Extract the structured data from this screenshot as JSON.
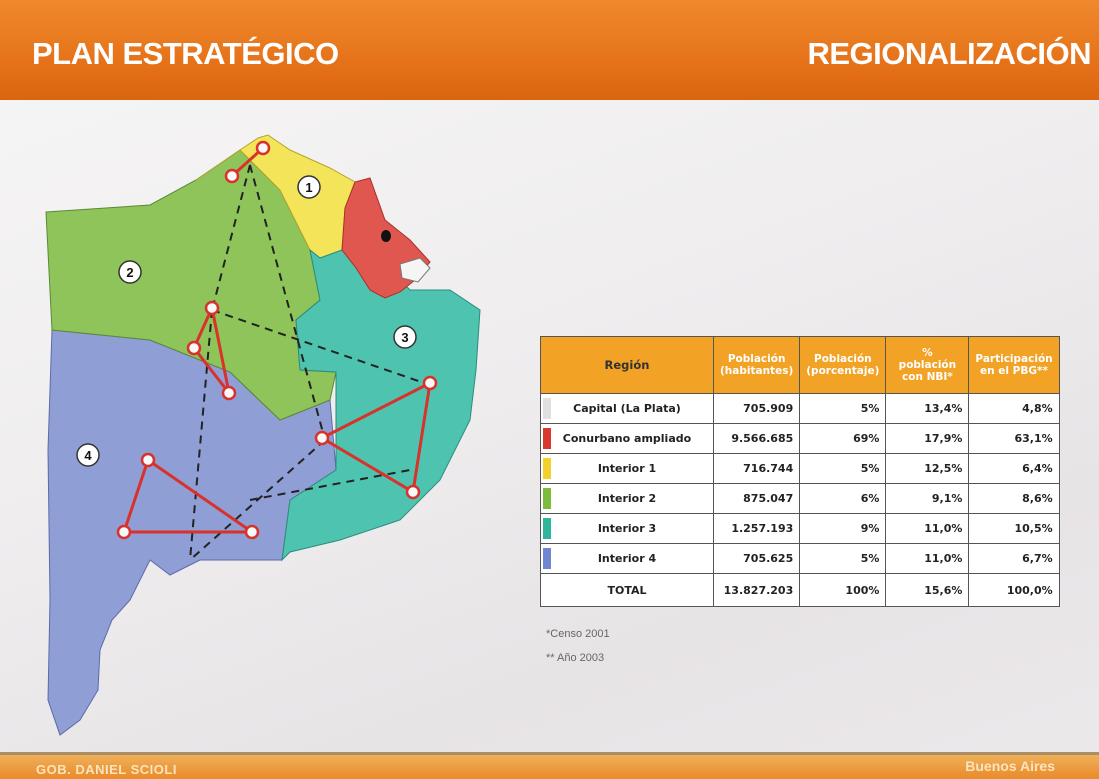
{
  "header": {
    "title_left": "PLAN ESTRATÉGICO",
    "title_right": "REGIONALIZACIÓN"
  },
  "map": {
    "region_numbers": [
      "1",
      "2",
      "3",
      "4"
    ],
    "colors": {
      "interior1": "#f3e45a",
      "interior2": "#8fc45a",
      "interior3": "#4ec3b0",
      "interior4": "#8f9fd6",
      "conurbano": "#e0574f",
      "capital": "#f0f0f0"
    }
  },
  "table": {
    "headers": [
      "Región",
      "Población (habitantes)",
      "Población (porcentaje)",
      "% población con NBI*",
      "Participación en el PBG**"
    ],
    "rows": [
      {
        "region": "Capital (La Plata)",
        "habitantes": "705.909",
        "porcentaje": "5%",
        "nbi": "13,4%",
        "pbg": "4,8%",
        "color": "#e0e0e0"
      },
      {
        "region": "Conurbano ampliado",
        "habitantes": "9.566.685",
        "porcentaje": "69%",
        "nbi": "17,9%",
        "pbg": "63,1%",
        "color": "#d9382e"
      },
      {
        "region": "Interior 1",
        "habitantes": "716.744",
        "porcentaje": "5%",
        "nbi": "12,5%",
        "pbg": "6,4%",
        "color": "#f3d02a"
      },
      {
        "region": "Interior 2",
        "habitantes": "875.047",
        "porcentaje": "6%",
        "nbi": "9,1%",
        "pbg": "8,6%",
        "color": "#7cbc3a"
      },
      {
        "region": "Interior 3",
        "habitantes": "1.257.193",
        "porcentaje": "9%",
        "nbi": "11,0%",
        "pbg": "10,5%",
        "color": "#2fb59c"
      },
      {
        "region": "Interior 4",
        "habitantes": "705.625",
        "porcentaje": "5%",
        "nbi": "11,0%",
        "pbg": "6,7%",
        "color": "#6f86d0"
      }
    ],
    "total": {
      "region": "TOTAL",
      "habitantes": "13.827.203",
      "porcentaje": "100%",
      "nbi": "15,6%",
      "pbg": "100,0%"
    }
  },
  "notes": {
    "censo": "*Censo 2001",
    "anio": "** Año 2003"
  },
  "footer": {
    "left": "GOB. DANIEL SCIOLI",
    "right": "Buenos Aires"
  }
}
